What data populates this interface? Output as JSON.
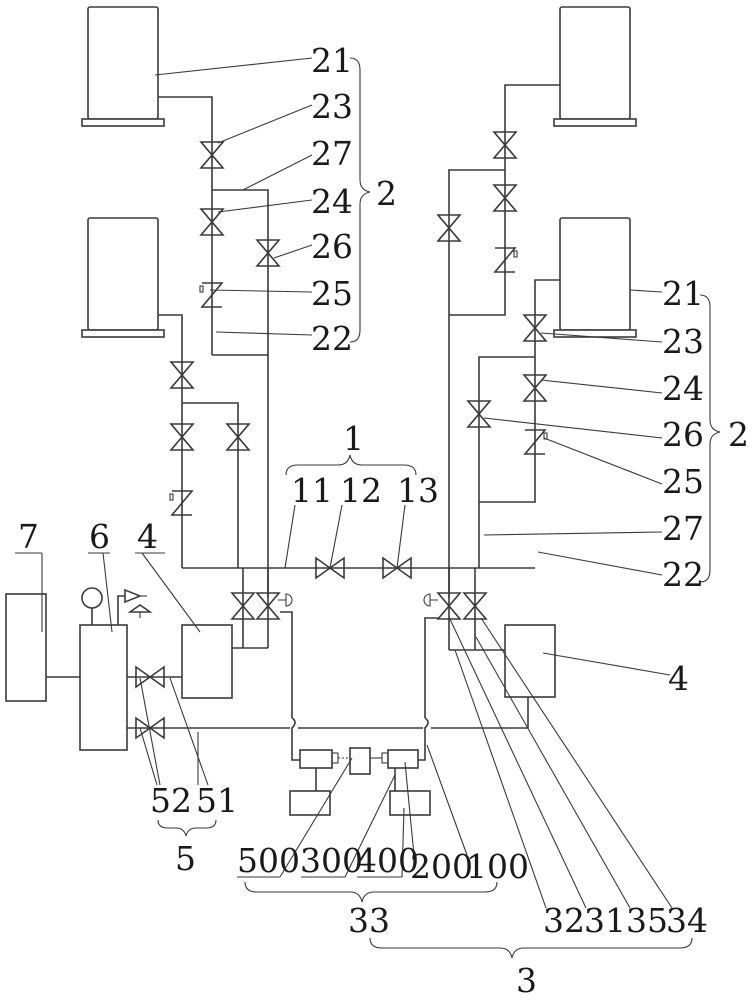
{
  "figure": {
    "type": "process schematic (patent drawing)",
    "labels": {
      "group_1": "1",
      "pipe_11": "11",
      "valve_12": "12",
      "valve_13": "13",
      "group_2_left": "2",
      "group_2_right": "2",
      "tank_21_left": "21",
      "pipe_22_left": "22",
      "valve_23_left": "23",
      "valve_24_left": "24",
      "check_valve_25_left": "25",
      "valve_26_left": "26",
      "pipe_27_left": "27",
      "tank_21_right": "21",
      "pipe_22_right": "22",
      "valve_23_right": "23",
      "valve_24_right": "24",
      "check_valve_25_right": "25",
      "valve_26_right": "26",
      "pipe_27_right": "27",
      "group_3": "3",
      "item_31": "31",
      "item_32": "32",
      "item_33": "33",
      "item_34": "34",
      "item_35": "35",
      "unit_4_left": "4",
      "unit_4_right": "4",
      "group_5": "5",
      "valve_51": "51",
      "valve_52": "52",
      "vessel_6": "6",
      "unit_7": "7",
      "part_100": "100",
      "part_200": "200",
      "part_300": "300",
      "part_400": "400",
      "part_500": "500"
    }
  }
}
